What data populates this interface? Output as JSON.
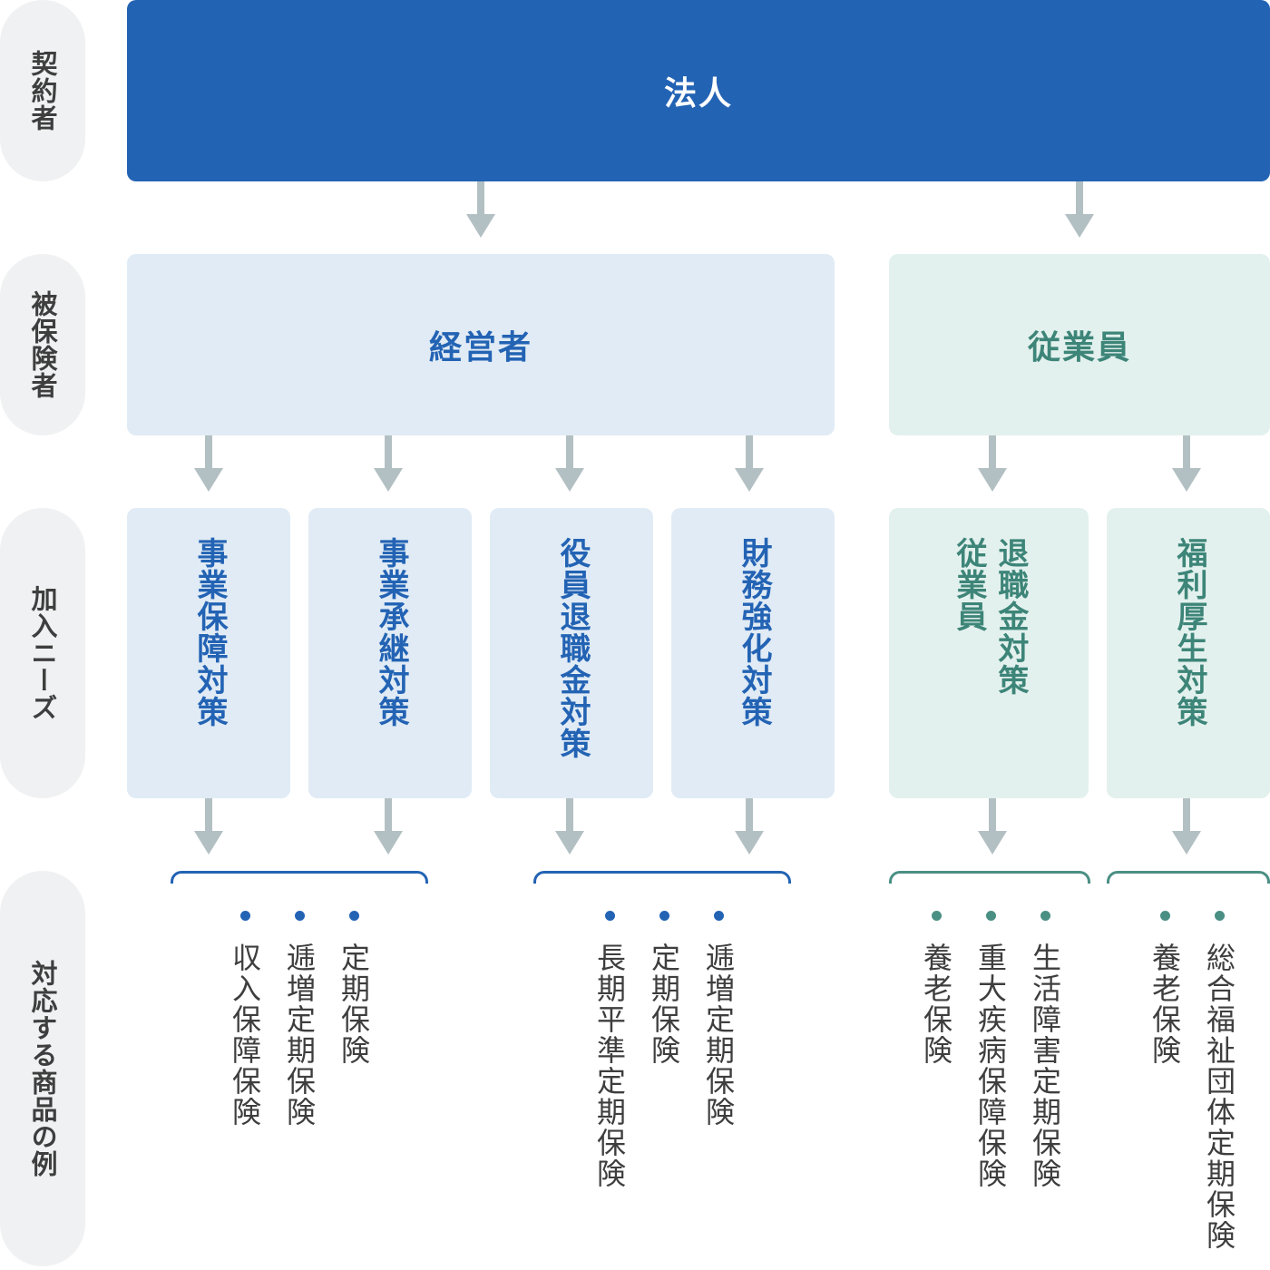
{
  "row_labels": {
    "contractor": "契約者",
    "insured": "被保険者",
    "needs": "加入ニーズ",
    "products": "対応する商品の例"
  },
  "contractor": {
    "label": "法人"
  },
  "insured": {
    "executive": "経営者",
    "employee": "従業員"
  },
  "needs": [
    {
      "label": "事業保障対策"
    },
    {
      "label": "事業承継対策"
    },
    {
      "label": "役員退職金対策"
    },
    {
      "label": "財務強化対策"
    },
    {
      "label_col1": "従業員",
      "label_col2": "退職金対策"
    },
    {
      "label": "福利厚生対策"
    }
  ],
  "products": {
    "group1": [
      "定期保険",
      "逓増定期保険",
      "収入保障保険"
    ],
    "group2": [
      "逓増定期保険",
      "定期保険",
      "長期平準定期保険"
    ],
    "group3": [
      "生活障害定期保険",
      "重大疾病保障保険",
      "養老保険"
    ],
    "group4": [
      "総合福祉団体定期保険",
      "養老保険"
    ]
  },
  "colors": {
    "primary_blue": "#2363b4",
    "light_blue": "#e0ebf5",
    "teal": "#3d8578",
    "light_teal": "#e3f1ee",
    "arrow_gray": "#b3c0c3",
    "label_bg": "#f0f1f2"
  }
}
